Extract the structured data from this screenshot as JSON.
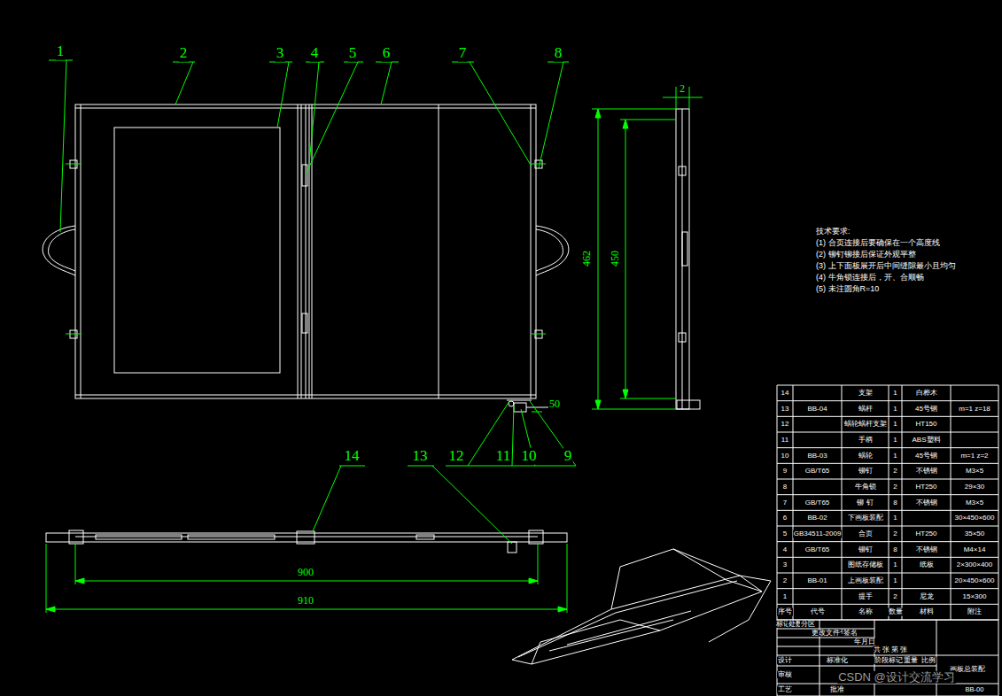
{
  "diagram": {
    "labels": [
      "1",
      "2",
      "3",
      "4",
      "5",
      "6",
      "7",
      "8",
      "9",
      "10",
      "11",
      "12",
      "13",
      "14",
      "2",
      "462",
      "450",
      "50",
      "900",
      "910",
      "技术要求:",
      "(1) 合页连接后要确保在一个高度线",
      "(2) 铆钉铆接后保证外观平整",
      "(3) 上下面板展开后中间缝隙最小且均匀",
      "(4) 牛角锁连接后，开、合顺畅",
      "(5) 未注圆角R=10",
      "14",
      "支架",
      "1",
      "白桦木",
      "13",
      "BB-04",
      "蜗杆",
      "1",
      "45号钢",
      "m=1 z=18",
      "12",
      "蜗轮蜗杆支架",
      "1",
      "HT150",
      "11",
      "手柄",
      "1",
      "ABS塑料",
      "10",
      "BB-03",
      "蜗轮",
      "1",
      "45号钢",
      "m=1 z=2",
      "9",
      "GB/T65",
      "铆钉",
      "2",
      "不锈钢",
      "M3×5",
      "8",
      "牛角锁",
      "2",
      "HT250",
      "29×30",
      "7",
      "GB/T65",
      "铆 钉",
      "8",
      "不锈钢",
      "M3×5",
      "6",
      "BB-02",
      "下画板装配",
      "1",
      "30×450×600",
      "5",
      "GB34511-2009",
      "合页",
      "2",
      "HT250",
      "35×50",
      "4",
      "GB/T65",
      "铆钉",
      "8",
      "不锈钢",
      "M4×14",
      "3",
      "图纸存储板",
      "1",
      "纸板",
      "2×300×400",
      "2",
      "BB-01",
      "上画板装配",
      "1",
      "20×450×600",
      "1",
      "提手",
      "2",
      "尼龙",
      "15×300",
      "序号",
      "代号",
      "名称",
      "数量",
      "材料",
      "附注",
      "标记",
      "处数",
      "分区",
      "更改文件号",
      "签名",
      "年月日",
      "设计",
      "标准化",
      "阶段标记",
      "重量",
      "比例",
      "审核",
      "工艺",
      "批准",
      "共 张 第 张",
      "画板总装配",
      "BB-00",
      "CSDN @设计交流学习"
    ]
  }
}
